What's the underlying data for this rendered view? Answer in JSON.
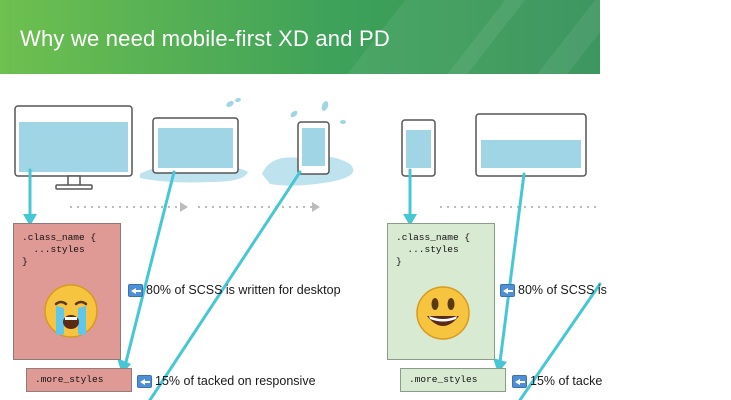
{
  "banner": {
    "title": "Why we need mobile-first XD and PD"
  },
  "left_panel": {
    "code_lines": [
      ".class_name {",
      "  ...styles",
      "}"
    ],
    "extra_class": ".more_styles",
    "note_main": "80% of SCSS is written for desktop",
    "note_extra": "15% of tacked on responsive",
    "emoji": "crying-face-icon"
  },
  "right_panel": {
    "code_lines": [
      ".class_name {",
      "  ...styles",
      "}"
    ],
    "extra_class": ".more_styles",
    "note_main": "80% of SCSS is",
    "note_extra": "15% of tacke",
    "emoji": "smiling-face-icon"
  },
  "colors": {
    "banner_start": "#6ec04f",
    "banner_end": "#2f8f54",
    "arrow": "#47c7d6",
    "screen_water": "#9fd5e4",
    "spill": "#bfe3ee",
    "desktop_box": "#e09a95",
    "mobile_box": "#d9ead3",
    "back_icon": "#4f8fd3"
  }
}
